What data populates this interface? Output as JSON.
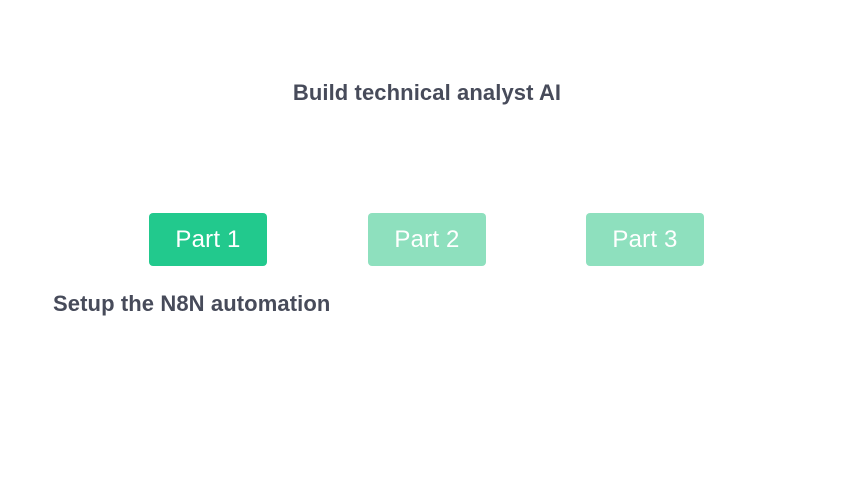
{
  "slide": {
    "title": "Build technical analyst AI",
    "background_color": "#ffffff",
    "text_color": "#474b5a",
    "caption": "Setup the N8N automation"
  },
  "colors": {
    "active_green": "#22c98d",
    "inactive_green": "#8ee0be",
    "button_label_color": "#ffffff"
  },
  "steps": [
    {
      "label": "Part 1",
      "state": "active",
      "color": "#22c98d"
    },
    {
      "label": "Part 2",
      "state": "inactive",
      "color": "#8ee0be"
    },
    {
      "label": "Part 3",
      "state": "inactive",
      "color": "#8ee0be"
    }
  ]
}
